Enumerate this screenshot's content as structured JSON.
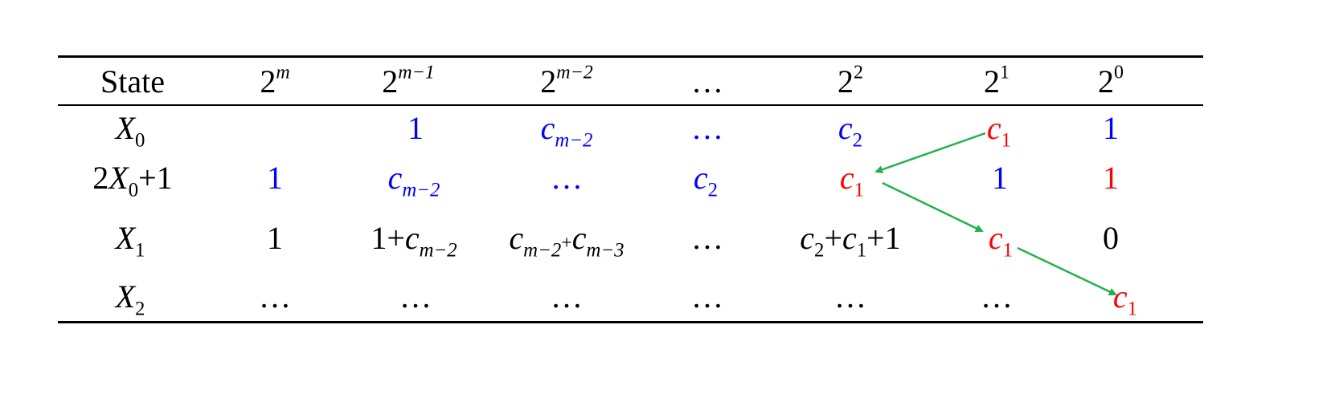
{
  "header": {
    "state": "State",
    "base": "2",
    "exp_m": "m",
    "exp_m1": "m−1",
    "exp_m2": "m−2",
    "ellipsis": "…",
    "exp_2": "2",
    "exp_1": "1",
    "exp_0": "0"
  },
  "sym": {
    "X": "X",
    "c": "c",
    "sub0": "0",
    "sub1": "1",
    "sub2": "2",
    "subm2": "m−2",
    "subm3": "m−3",
    "two": "2",
    "plus1": "+1",
    "onePlus": "1+",
    "plus": "+",
    "one": "1",
    "zero": "0",
    "ellipsis": "…"
  },
  "colors": {
    "blue": "#0000ff",
    "red": "#ff0000",
    "black": "#000000",
    "arrow": "#1fb24a"
  }
}
